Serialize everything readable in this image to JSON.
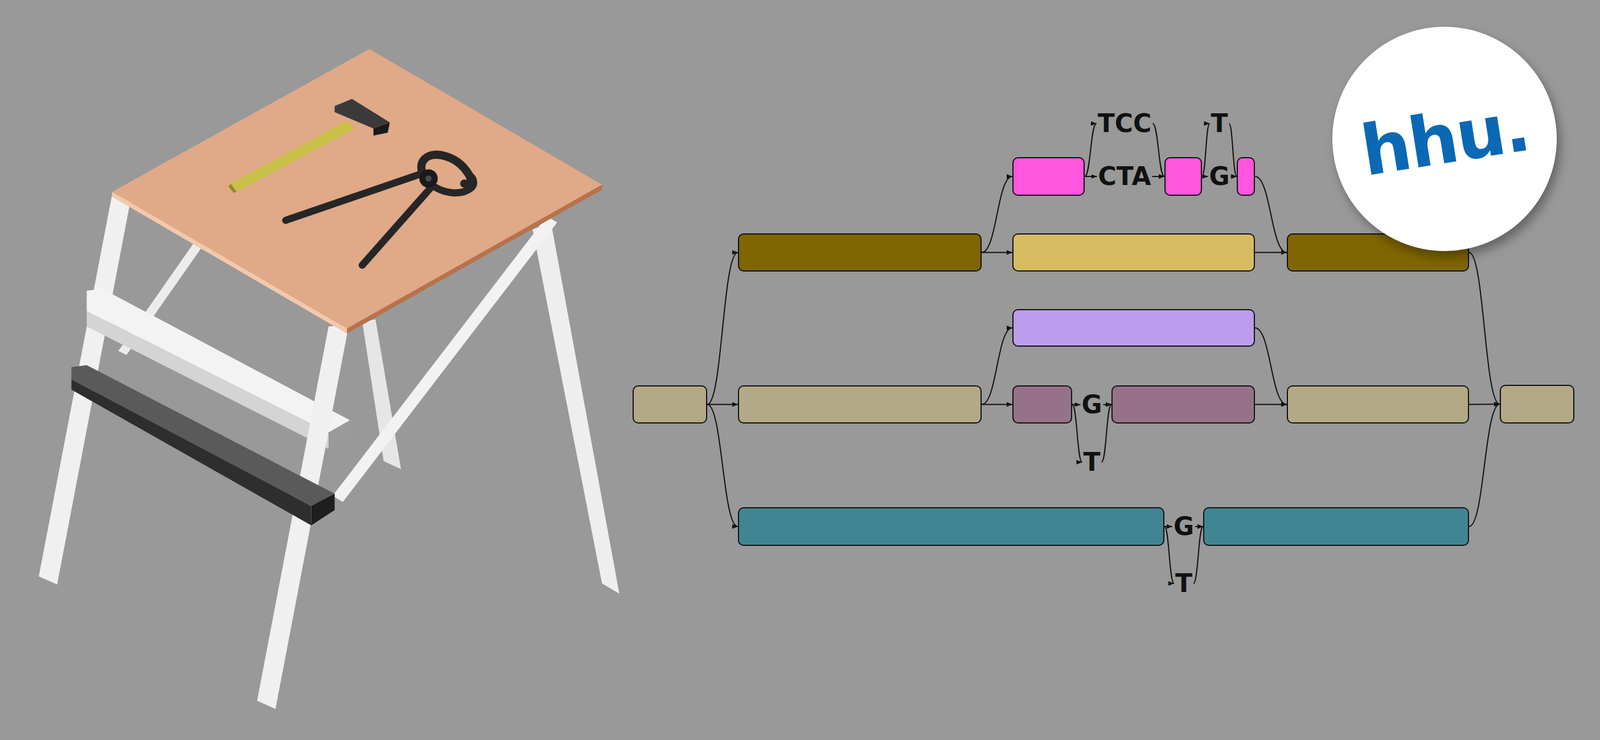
{
  "diagram": {
    "nodes": [
      {
        "text": []
      },
      {
        "text": []
      },
      {
        "text": []
      },
      {
        "text": [
          "TCC"
        ]
      },
      {
        "text": [
          "CTA"
        ]
      },
      {
        "text": []
      },
      {
        "text": [
          "T"
        ]
      },
      {
        "text": [
          "G"
        ]
      },
      {
        "text": []
      },
      {
        "text": []
      },
      {
        "text": []
      },
      {
        "text": []
      },
      {
        "text": []
      },
      {
        "text": []
      },
      {
        "text": [
          "G"
        ]
      },
      {
        "text": [
          "T"
        ]
      },
      {
        "text": []
      },
      {
        "text": []
      },
      {
        "text": []
      },
      {
        "text": []
      },
      {
        "text": [
          "G"
        ]
      },
      {
        "text": [
          "T"
        ]
      },
      {
        "text": []
      }
    ],
    "edges": [
      {
        "from": 0,
        "to": 1,
        "arrow": "to"
      },
      {
        "from": 0,
        "to": 12,
        "arrow": "to"
      },
      {
        "from": 0,
        "to": 19,
        "arrow": "to"
      },
      {
        "from": 1,
        "to": 9,
        "arrow": "to"
      },
      {
        "from": 1,
        "to": 2,
        "arrow": "to"
      },
      {
        "from": 2,
        "to": 4,
        "arrow": "to"
      },
      {
        "from": 2,
        "to": 3,
        "arrow": "to"
      },
      {
        "from": 4,
        "to": 5,
        "arrow": "to"
      },
      {
        "from": 3,
        "to": 5,
        "arrow": "to"
      },
      {
        "from": 5,
        "to": 7,
        "arrow": "to"
      },
      {
        "from": 5,
        "to": 6,
        "arrow": "to"
      },
      {
        "from": 7,
        "to": 8,
        "arrow": "to"
      },
      {
        "from": 6,
        "to": 8,
        "arrow": "to"
      },
      {
        "from": 9,
        "to": 10,
        "arrow": "to"
      },
      {
        "from": 8,
        "to": 10,
        "arrow": "to"
      },
      {
        "from": 12,
        "to": 11,
        "arrow": "to"
      },
      {
        "from": 12,
        "to": 13,
        "arrow": "to"
      },
      {
        "from": 13,
        "to": 14,
        "arrow": "to"
      },
      {
        "from": 13,
        "to": 15,
        "arrow": "to"
      },
      {
        "from": 14,
        "to": 16,
        "arrow": "to"
      },
      {
        "from": 15,
        "to": 16,
        "arrow": "to"
      },
      {
        "from": 11,
        "to": 17,
        "arrow": "to"
      },
      {
        "from": 16,
        "to": 17,
        "arrow": "to"
      },
      {
        "from": 10,
        "to": 18,
        "arrow": "to"
      },
      {
        "from": 17,
        "to": 18,
        "arrow": "to"
      },
      {
        "from": 19,
        "to": 20,
        "arrow": "to"
      },
      {
        "from": 19,
        "to": 21,
        "arrow": "to"
      },
      {
        "from": 20,
        "to": 22,
        "arrow": "to"
      },
      {
        "from": 21,
        "to": 22,
        "arrow": "to"
      },
      {
        "from": 22,
        "to": 18,
        "arrow": "to"
      }
    ],
    "labels": [
      "hhu."
    ]
  }
}
